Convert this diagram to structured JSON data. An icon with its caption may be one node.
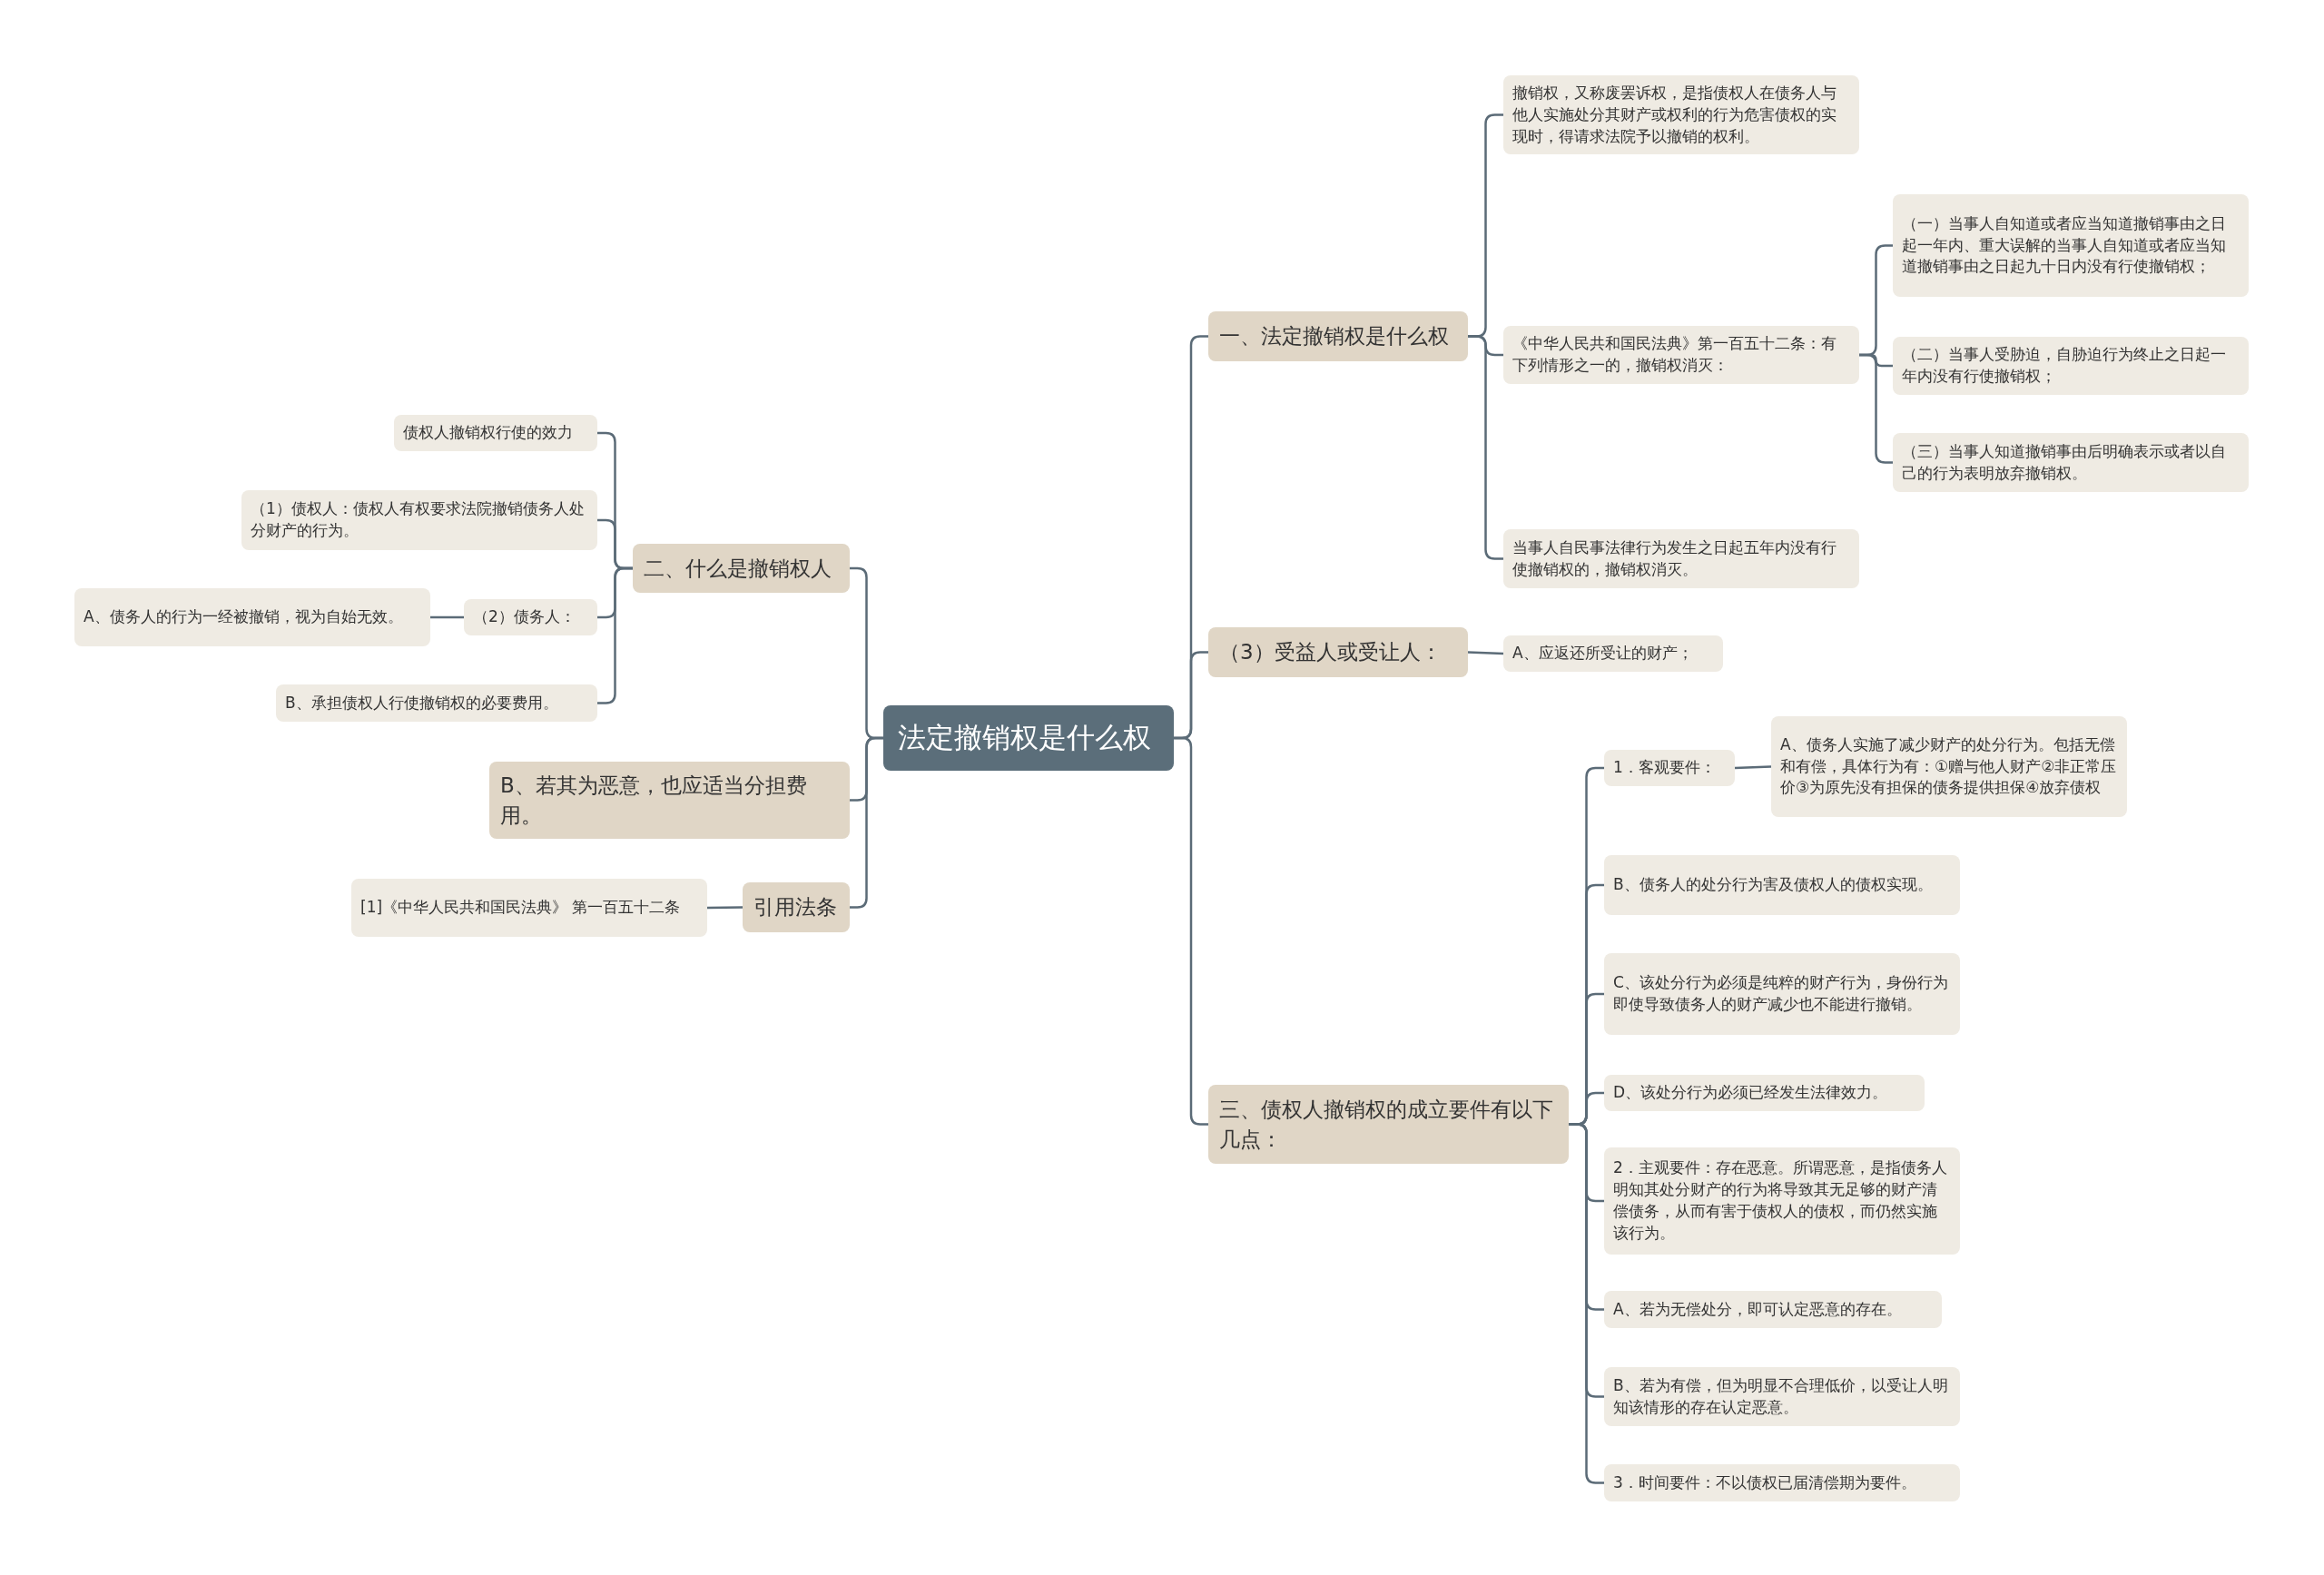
{
  "diagram": {
    "nodes": [
      {
        "text": [
          "法定撤销权是什么权"
        ]
      },
      {
        "text": [
          "一、法定撤销权是什么权"
        ]
      },
      {
        "text": [
          "撤销权，又称废罢诉权，是指债权人在债务人与他人实施处分其财产或权利的行为危害债权的实现时，得请求法院予以撤销的权利。"
        ]
      },
      {
        "text": [
          "《中华人民共和国民法典》第一百五十二条：有下列情形之一的，撤销权消灭："
        ]
      },
      {
        "text": [
          "（一）当事人自知道或者应当知道撤销事由之日起一年内、重大误解的当事人自知道或者应当知道撤销事由之日起九十日内没有行使撤销权；"
        ]
      },
      {
        "text": [
          "（二）当事人受胁迫，自胁迫行为终止之日起一年内没有行使撤销权；"
        ]
      },
      {
        "text": [
          "（三）当事人知道撤销事由后明确表示或者以自己的行为表明放弃撤销权。"
        ]
      },
      {
        "text": [
          "当事人自民事法律行为发生之日起五年内没有行使撤销权的，撤销权消灭。"
        ]
      },
      {
        "text": [
          "（3）受益人或受让人："
        ]
      },
      {
        "text": [
          "A、应返还所受让的财产；"
        ]
      },
      {
        "text": [
          "三、债权人撤销权的成立要件有以下几点："
        ]
      },
      {
        "text": [
          "1．客观要件："
        ]
      },
      {
        "text": [
          "A、债务人实施了减少财产的处分行为。包括无偿和有偿，具体行为有：①赠与他人财产②非正常压价③为原先没有担保的债务提供担保④放弃债权"
        ]
      },
      {
        "text": [
          "B、债务人的处分行为害及债权人的债权实现。"
        ]
      },
      {
        "text": [
          "C、该处分行为必须是纯粹的财产行为，身份行为即使导致债务人的财产减少也不能进行撤销。"
        ]
      },
      {
        "text": [
          "D、该处分行为必须已经发生法律效力。"
        ]
      },
      {
        "text": [
          "2．主观要件：存在恶意。所谓恶意，是指债务人明知其处分财产的行为将导致其无足够的财产清偿债务，从而有害于债权人的债权，而仍然实施该行为。"
        ]
      },
      {
        "text": [
          "A、若为无偿处分，即可认定恶意的存在。"
        ]
      },
      {
        "text": [
          "B、若为有偿，但为明显不合理低价，以受让人明知该情形的存在认定恶意。"
        ]
      },
      {
        "text": [
          "3．时间要件：不以债权已届清偿期为要件。"
        ]
      },
      {
        "text": [
          "二、什么是撤销权人"
        ]
      },
      {
        "text": [
          "债权人撤销权行使的效力"
        ]
      },
      {
        "text": [
          "（1）债权人：债权人有权要求法院撤销债务人处分财产的行为。"
        ]
      },
      {
        "text": [
          "（2）债务人："
        ]
      },
      {
        "text": [
          "A、债务人的行为一经被撤销，视为自始无效。"
        ]
      },
      {
        "text": [
          "B、承担债权人行使撤销权的必要费用。"
        ]
      },
      {
        "text": [
          "B、若其为恶意，也应适当分担费用。"
        ]
      },
      {
        "text": [
          "引用法条"
        ]
      },
      {
        "text": [
          "[1]《中华人民共和国民法典》 第一百五十二条"
        ]
      }
    ],
    "edges": [
      {
        "from": 0,
        "to": 1,
        "arrow": "none"
      },
      {
        "from": 0,
        "to": 8,
        "arrow": "none"
      },
      {
        "from": 0,
        "to": 10,
        "arrow": "none"
      },
      {
        "from": 1,
        "to": 2,
        "arrow": "none"
      },
      {
        "from": 1,
        "to": 3,
        "arrow": "none"
      },
      {
        "from": 1,
        "to": 7,
        "arrow": "none"
      },
      {
        "from": 3,
        "to": 4,
        "arrow": "none"
      },
      {
        "from": 3,
        "to": 5,
        "arrow": "none"
      },
      {
        "from": 3,
        "to": 6,
        "arrow": "none"
      },
      {
        "from": 8,
        "to": 9,
        "arrow": "none"
      },
      {
        "from": 10,
        "to": 11,
        "arrow": "none"
      },
      {
        "from": 11,
        "to": 12,
        "arrow": "none"
      },
      {
        "from": 10,
        "to": 13,
        "arrow": "none"
      },
      {
        "from": 10,
        "to": 14,
        "arrow": "none"
      },
      {
        "from": 10,
        "to": 15,
        "arrow": "none"
      },
      {
        "from": 10,
        "to": 16,
        "arrow": "none"
      },
      {
        "from": 10,
        "to": 17,
        "arrow": "none"
      },
      {
        "from": 10,
        "to": 18,
        "arrow": "none"
      },
      {
        "from": 10,
        "to": 19,
        "arrow": "none"
      },
      {
        "from": 0,
        "to": 20,
        "arrow": "none"
      },
      {
        "from": 0,
        "to": 26,
        "arrow": "none"
      },
      {
        "from": 0,
        "to": 27,
        "arrow": "none"
      },
      {
        "from": 20,
        "to": 21,
        "arrow": "none"
      },
      {
        "from": 20,
        "to": 22,
        "arrow": "none"
      },
      {
        "from": 20,
        "to": 23,
        "arrow": "none"
      },
      {
        "from": 23,
        "to": 24,
        "arrow": "none"
      },
      {
        "from": 20,
        "to": 25,
        "arrow": "none"
      },
      {
        "from": 27,
        "to": 28,
        "arrow": "none"
      }
    ]
  }
}
